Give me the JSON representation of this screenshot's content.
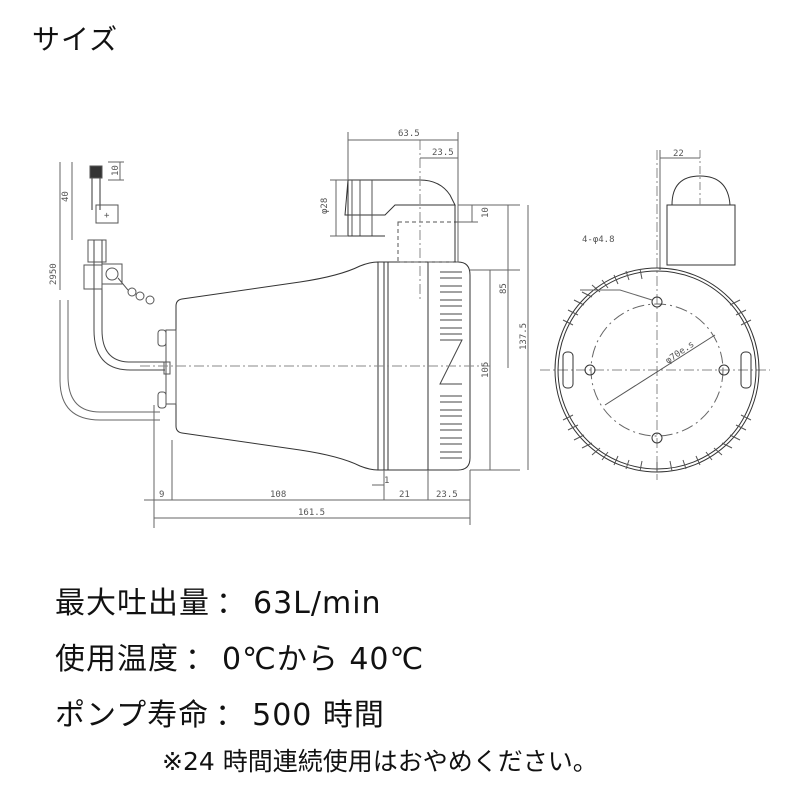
{
  "title": "サイズ",
  "drawing": {
    "side_view": {
      "dimensions": {
        "outlet_length": "63.5",
        "outlet_offset": "23.5",
        "outlet_diameter": "φ28",
        "outlet_step": "10",
        "cable_tip": "10",
        "cable_strip": "40",
        "cable_length": "2950",
        "height_85": "85",
        "height_105": "105",
        "height_137_5": "137.5",
        "bottom_9": "9",
        "bottom_108": "108",
        "bottom_1": "1",
        "bottom_21": "21",
        "bottom_23_5": "23.5",
        "total_length": "161.5"
      }
    },
    "end_view": {
      "dimensions": {
        "outlet_offset": "22",
        "mount_holes": "4-φ4.8",
        "hole_circle": "φ70e.s"
      }
    }
  },
  "specs": [
    {
      "label": "最大吐出量",
      "sep": "：",
      "value": "63L/min"
    },
    {
      "label": "使用温度",
      "sep": "：",
      "value": "0℃から 40℃"
    },
    {
      "label": "ポンプ寿命",
      "sep": "：",
      "value": "500 時間"
    }
  ],
  "note": "※24 時間連続使用はおやめください。"
}
